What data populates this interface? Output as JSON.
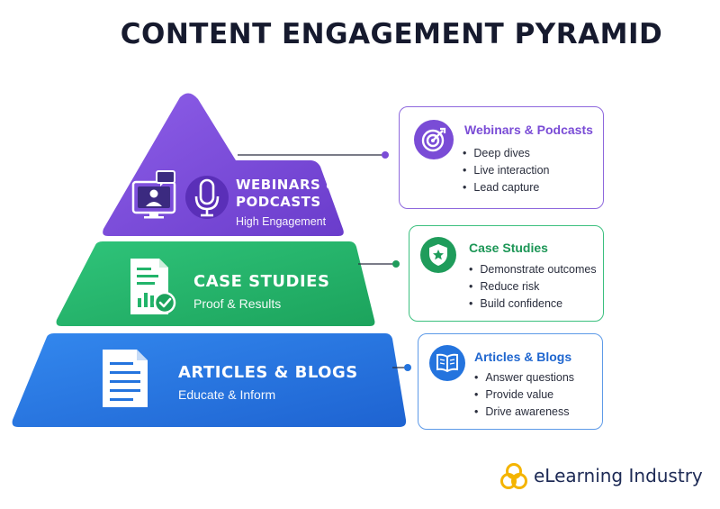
{
  "title": "CONTENT ENGAGEMENT PYRAMID",
  "colors": {
    "webinars": "#7a4cd6",
    "case_studies": "#22b46a",
    "articles": "#2474de"
  },
  "tiers": {
    "webinars": {
      "title_line1": "WEBINARS &",
      "title_line2": "PODCASTS",
      "subtitle": "High Engagement",
      "icons": [
        "video-call-icon",
        "microphone-icon"
      ]
    },
    "case_studies": {
      "title": "CASE STUDIES",
      "subtitle": "Proof & Results",
      "icons": [
        "report-check-icon"
      ]
    },
    "articles": {
      "title": "ARTICLES & BLOGS",
      "subtitle": "Educate & Inform",
      "icons": [
        "document-icon"
      ]
    }
  },
  "cards": {
    "webinars": {
      "heading": "Webinars & Podcasts",
      "icon": "target-icon",
      "bullets": [
        "Deep dives",
        "Live interaction",
        "Lead capture"
      ]
    },
    "case_studies": {
      "heading": "Case Studies",
      "icon": "shield-star-icon",
      "bullets": [
        "Demonstrate outcomes",
        "Reduce risk",
        "Build confidence"
      ]
    },
    "articles": {
      "heading": "Articles & Blogs",
      "icon": "book-icon",
      "bullets": [
        "Answer questions",
        "Provide value",
        "Drive awareness"
      ]
    }
  },
  "brand": {
    "name": "eLearning Industry",
    "icon": "elearning-logo-icon"
  }
}
